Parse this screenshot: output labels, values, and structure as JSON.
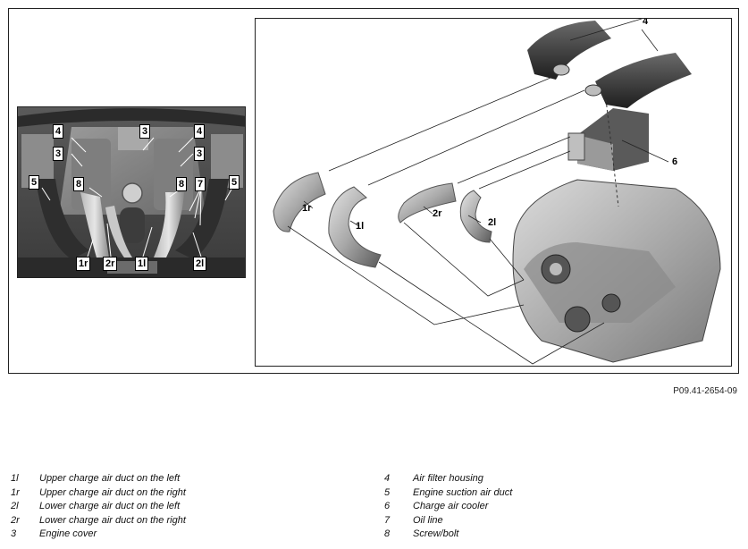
{
  "figure_code": "P09.41-2654-09",
  "photo_callouts": {
    "c4_left": "4",
    "c4_right": "4",
    "c3_top": "3",
    "c3_left": "3",
    "c3_right": "3",
    "c5_left": "5",
    "c5_right": "5",
    "c8_left": "8",
    "c8_right": "8",
    "c7": "7",
    "c1r": "1r",
    "c2r": "2r",
    "c1l": "1l",
    "c2l": "2l"
  },
  "diagram_callouts": {
    "c4": "4",
    "c6": "6",
    "c1r": "1r",
    "c1l": "1l",
    "c2r": "2r",
    "c2l": "2l"
  },
  "legend": {
    "left": [
      {
        "key": "1l",
        "text": "Upper charge air duct on the left"
      },
      {
        "key": "1r",
        "text": "Upper charge air duct on the right"
      },
      {
        "key": "2l",
        "text": "Lower charge air duct on the left"
      },
      {
        "key": "2r",
        "text": "Lower charge air duct on the right"
      },
      {
        "key": "3",
        "text": "Engine cover"
      }
    ],
    "right": [
      {
        "key": "4",
        "text": "Air filter housing"
      },
      {
        "key": "5",
        "text": "Engine suction air duct"
      },
      {
        "key": "6",
        "text": "Charge air cooler"
      },
      {
        "key": "7",
        "text": "Oil line"
      },
      {
        "key": "8",
        "text": "Screw/bolt"
      }
    ]
  }
}
